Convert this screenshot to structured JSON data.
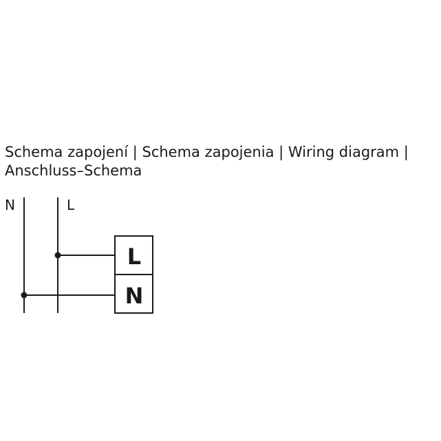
{
  "title": {
    "line1": "Schema zapojení | Schema zapojenia | Wiring diagram |",
    "line2": "Anschluss–Schema"
  },
  "wires": {
    "neutral_label": "N",
    "live_label": "L"
  },
  "terminals": {
    "top_label": "L",
    "bottom_label": "N"
  },
  "colors": {
    "stroke": "#1a1a1a",
    "background": "#ffffff"
  }
}
